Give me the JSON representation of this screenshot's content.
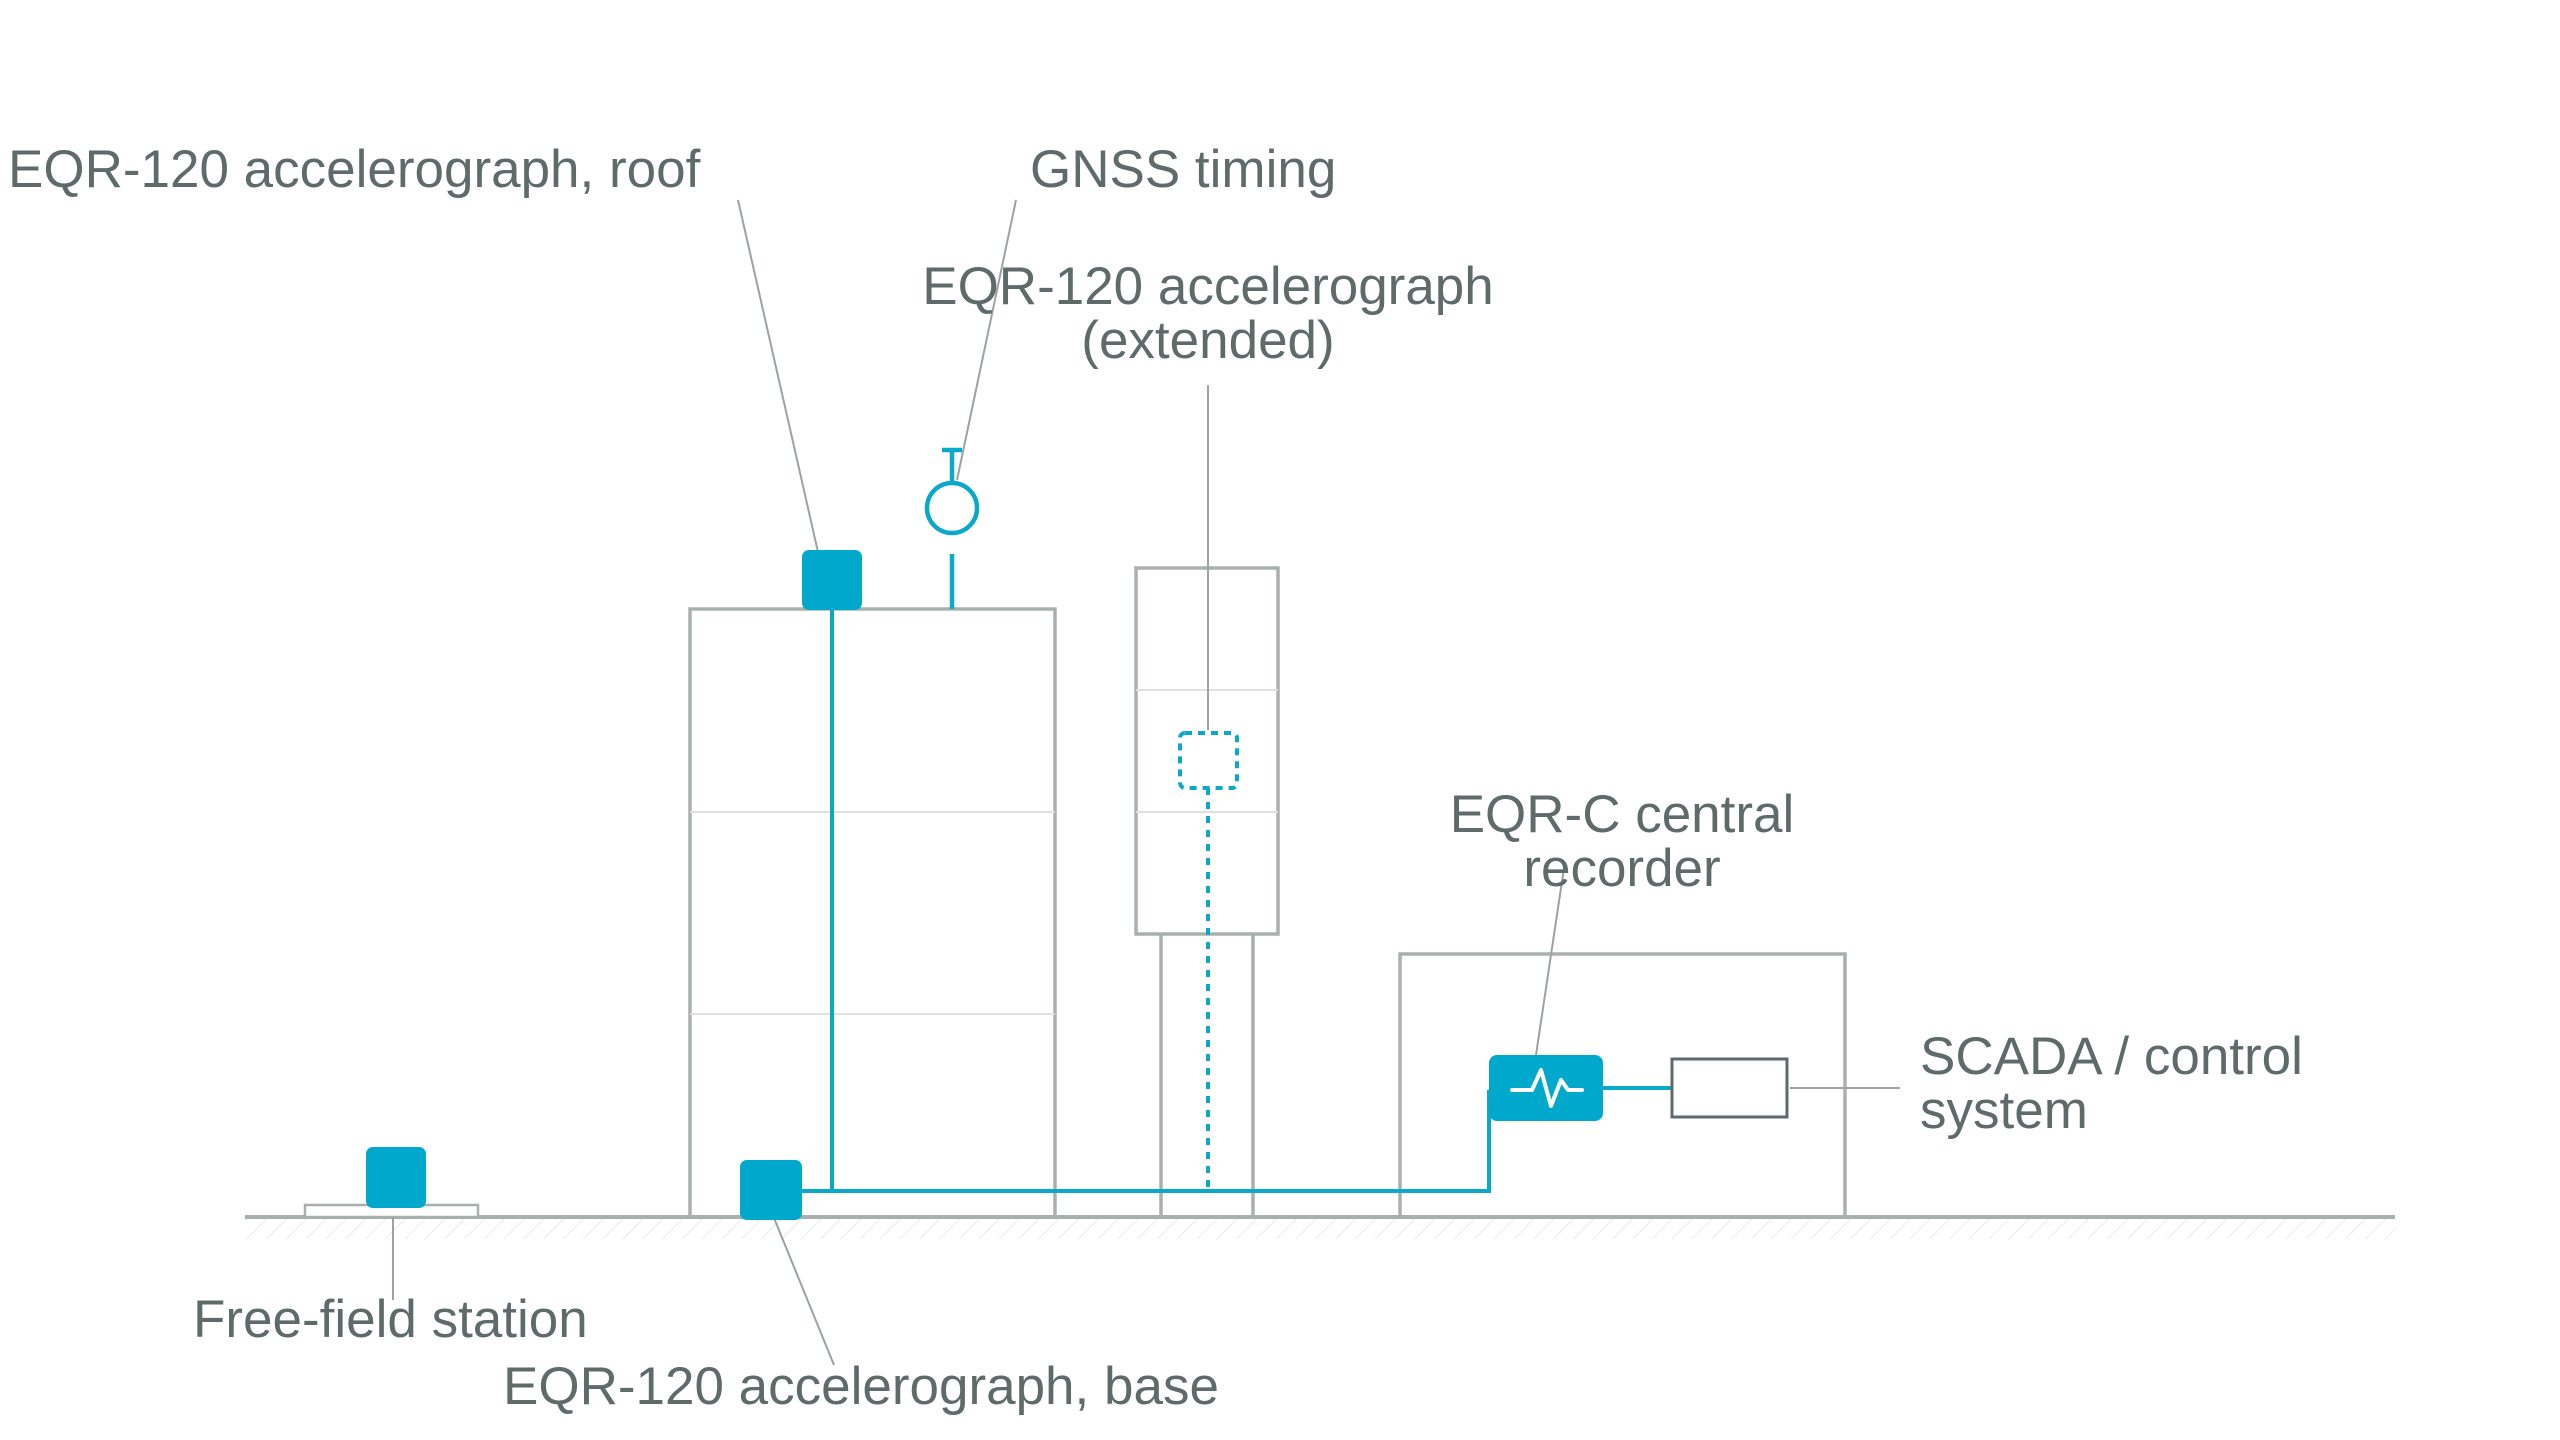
{
  "labels": {
    "roof": "EQR-120 accelerograph, roof",
    "gnss": "GNSS timing",
    "extended_1": "EQR-120 accelerograph",
    "extended_2": "(extended)",
    "central_1": "EQR-C central",
    "central_2": "recorder",
    "scada_1": "SCADA / control",
    "scada_2": "system",
    "freefield": "Free-field station",
    "base": "EQR-120 accelerograph, base"
  },
  "colors": {
    "device": "#00a9cc",
    "structure": "#a7b0ae",
    "text": "#5f6b6b"
  },
  "icons": {
    "recorder": "waveform-icon",
    "gnss": "antenna-icon"
  }
}
